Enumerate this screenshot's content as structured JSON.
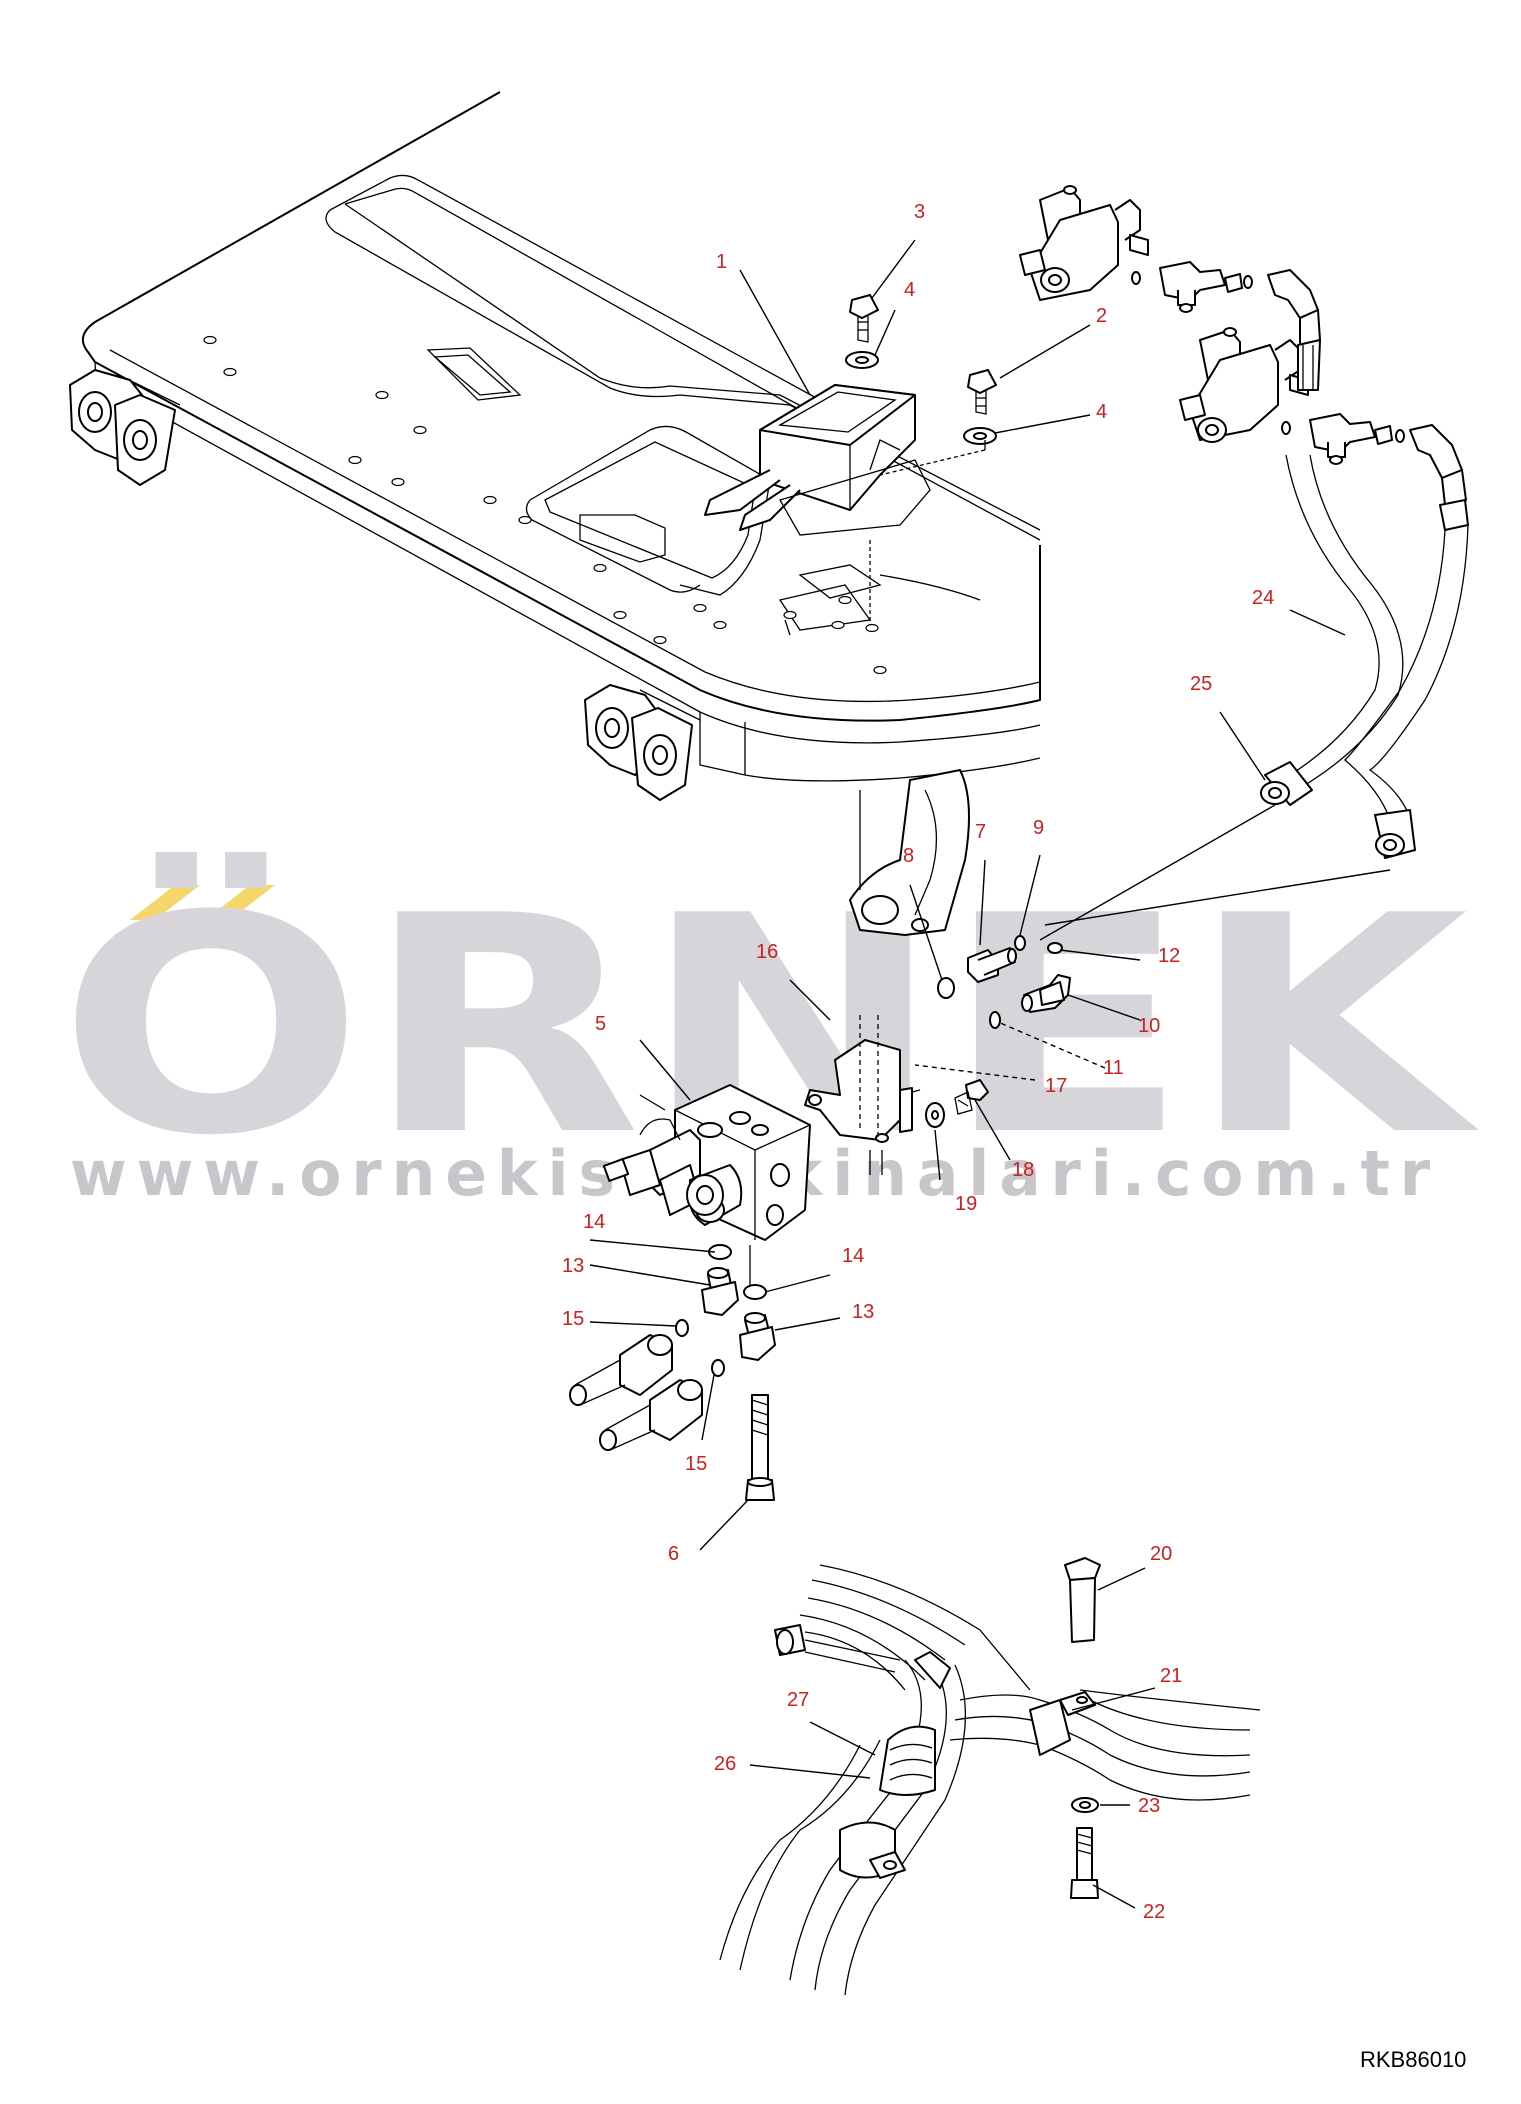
{
  "drawing_code": "RKB86010",
  "watermark": {
    "brand": "ÖRNEK",
    "url": "www.ornekis makinalari.com.tr",
    "accent_color": "#f5d66b",
    "text_color": "#d7d5da"
  },
  "callout_color": "#cc1f1f",
  "callouts": {
    "c1": "1",
    "c2": "2",
    "c3": "3",
    "c4a": "4",
    "c4b": "4",
    "c5": "5",
    "c6": "6",
    "c7": "7",
    "c8": "8",
    "c9": "9",
    "c10": "10",
    "c11": "11",
    "c12": "12",
    "c13a": "13",
    "c13b": "13",
    "c14a": "14",
    "c14b": "14",
    "c15a": "15",
    "c15b": "15",
    "c16": "16",
    "c17": "17",
    "c18": "18",
    "c19": "19",
    "c20": "20",
    "c21": "21",
    "c22": "22",
    "c23": "23",
    "c24": "24",
    "c25": "25",
    "c26": "26",
    "c27": "27"
  }
}
